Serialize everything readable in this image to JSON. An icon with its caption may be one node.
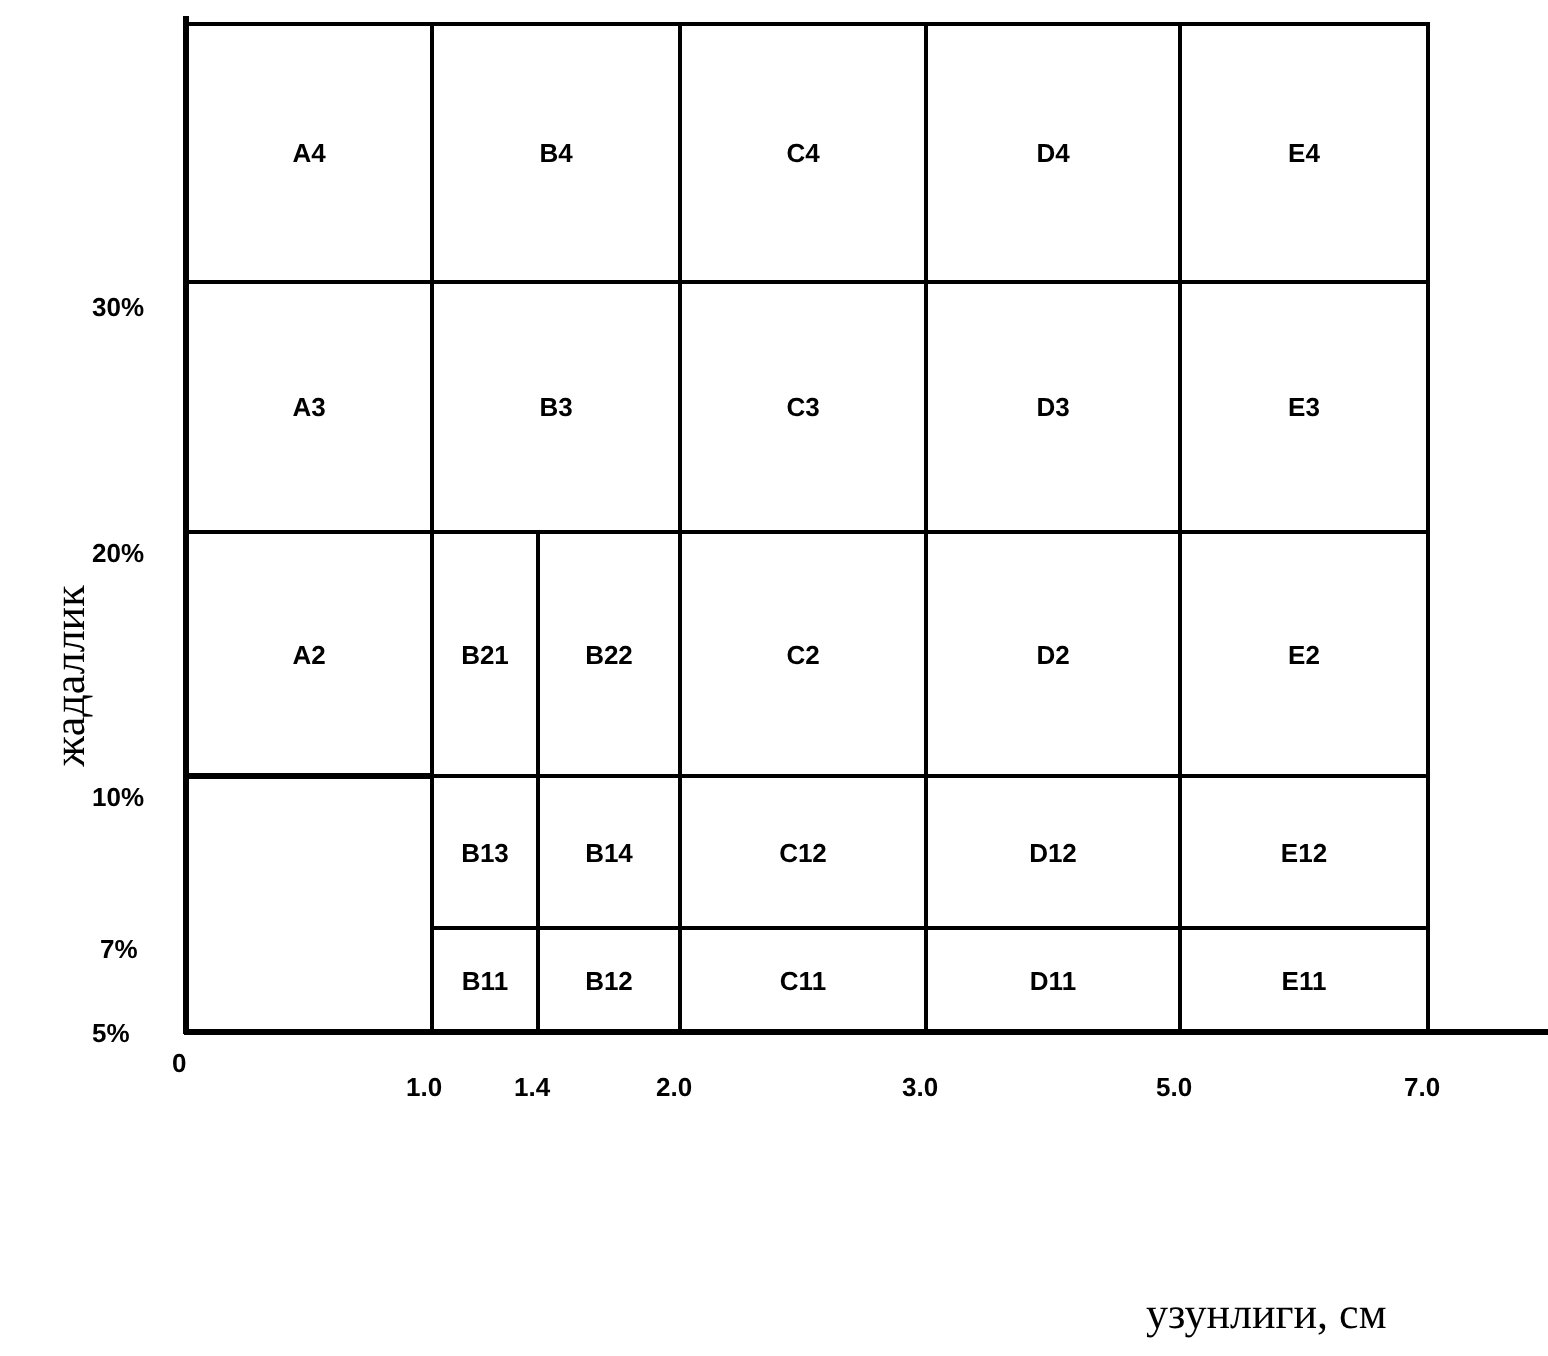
{
  "diagram": {
    "nodes": [
      {
        "text": [
          "A4"
        ]
      },
      {
        "text": [
          "B4"
        ]
      },
      {
        "text": [
          "C4"
        ]
      },
      {
        "text": [
          "D4"
        ]
      },
      {
        "text": [
          "E4"
        ]
      },
      {
        "text": [
          "A3"
        ]
      },
      {
        "text": [
          "B3"
        ]
      },
      {
        "text": [
          "C3"
        ]
      },
      {
        "text": [
          "D3"
        ]
      },
      {
        "text": [
          "E3"
        ]
      },
      {
        "text": [
          "A2"
        ]
      },
      {
        "text": [
          "B21"
        ]
      },
      {
        "text": [
          "B22"
        ]
      },
      {
        "text": [
          "C2"
        ]
      },
      {
        "text": [
          "D2"
        ]
      },
      {
        "text": [
          "E2"
        ]
      },
      {
        "text": [
          "B13"
        ]
      },
      {
        "text": [
          "B14"
        ]
      },
      {
        "text": [
          "C12"
        ]
      },
      {
        "text": [
          "D12"
        ]
      },
      {
        "text": [
          "E12"
        ]
      },
      {
        "text": [
          "B11"
        ]
      },
      {
        "text": [
          "B12"
        ]
      },
      {
        "text": [
          "C11"
        ]
      },
      {
        "text": [
          "D11"
        ]
      },
      {
        "text": [
          "E11"
        ]
      }
    ],
    "edges": [],
    "labels": [
      "30%",
      "20%",
      "жадаллик",
      "10%",
      "7%",
      "5%",
      "0",
      "1.0",
      "1.4",
      "2.0",
      "3.0",
      "5.0",
      "7.0",
      "узунлиги, см"
    ]
  }
}
